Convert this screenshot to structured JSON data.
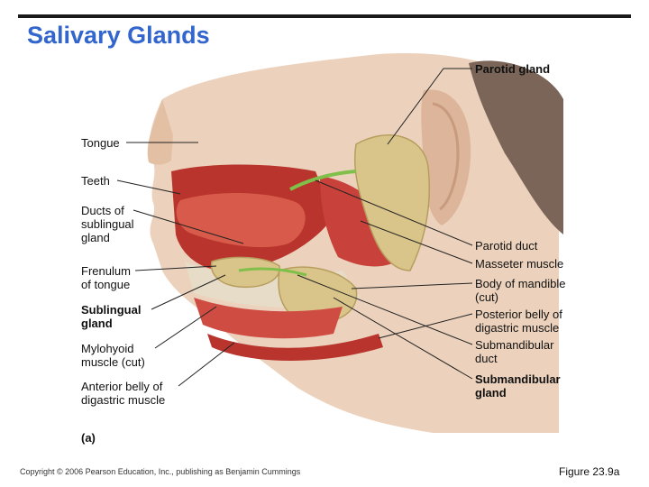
{
  "title": "Salivary Glands",
  "labels": {
    "parotid_gland": "Parotid gland",
    "tongue": "Tongue",
    "teeth": "Teeth",
    "ducts_sublingual": [
      "Ducts of",
      "sublingual",
      "gland"
    ],
    "frenulum": [
      "Frenulum",
      "of tongue"
    ],
    "sublingual_gland": [
      "Sublingual",
      "gland"
    ],
    "mylohyoid": [
      "Mylohyoid",
      "muscle (cut)"
    ],
    "anterior_belly": [
      "Anterior belly of",
      "digastric muscle"
    ],
    "panel": "(a)",
    "parotid_duct": "Parotid duct",
    "masseter": "Masseter muscle",
    "body_mandible": [
      "Body of mandible",
      "(cut)"
    ],
    "posterior_belly": [
      "Posterior belly of",
      "digastric muscle"
    ],
    "submandibular_duct": [
      "Submandibular",
      "duct"
    ],
    "submandibular_gland": [
      "Submandibular",
      "gland"
    ]
  },
  "footer": {
    "copyright": "Copyright © 2006 Pearson Education, Inc., publishing as Benjamin Cummings",
    "figure": "Figure 23.9a"
  },
  "colors": {
    "title": "#3366cc",
    "skin": "#e8c9b0",
    "muscle": "#c8413a",
    "gland": "#d9c48a",
    "duct": "#7fbf4a"
  }
}
